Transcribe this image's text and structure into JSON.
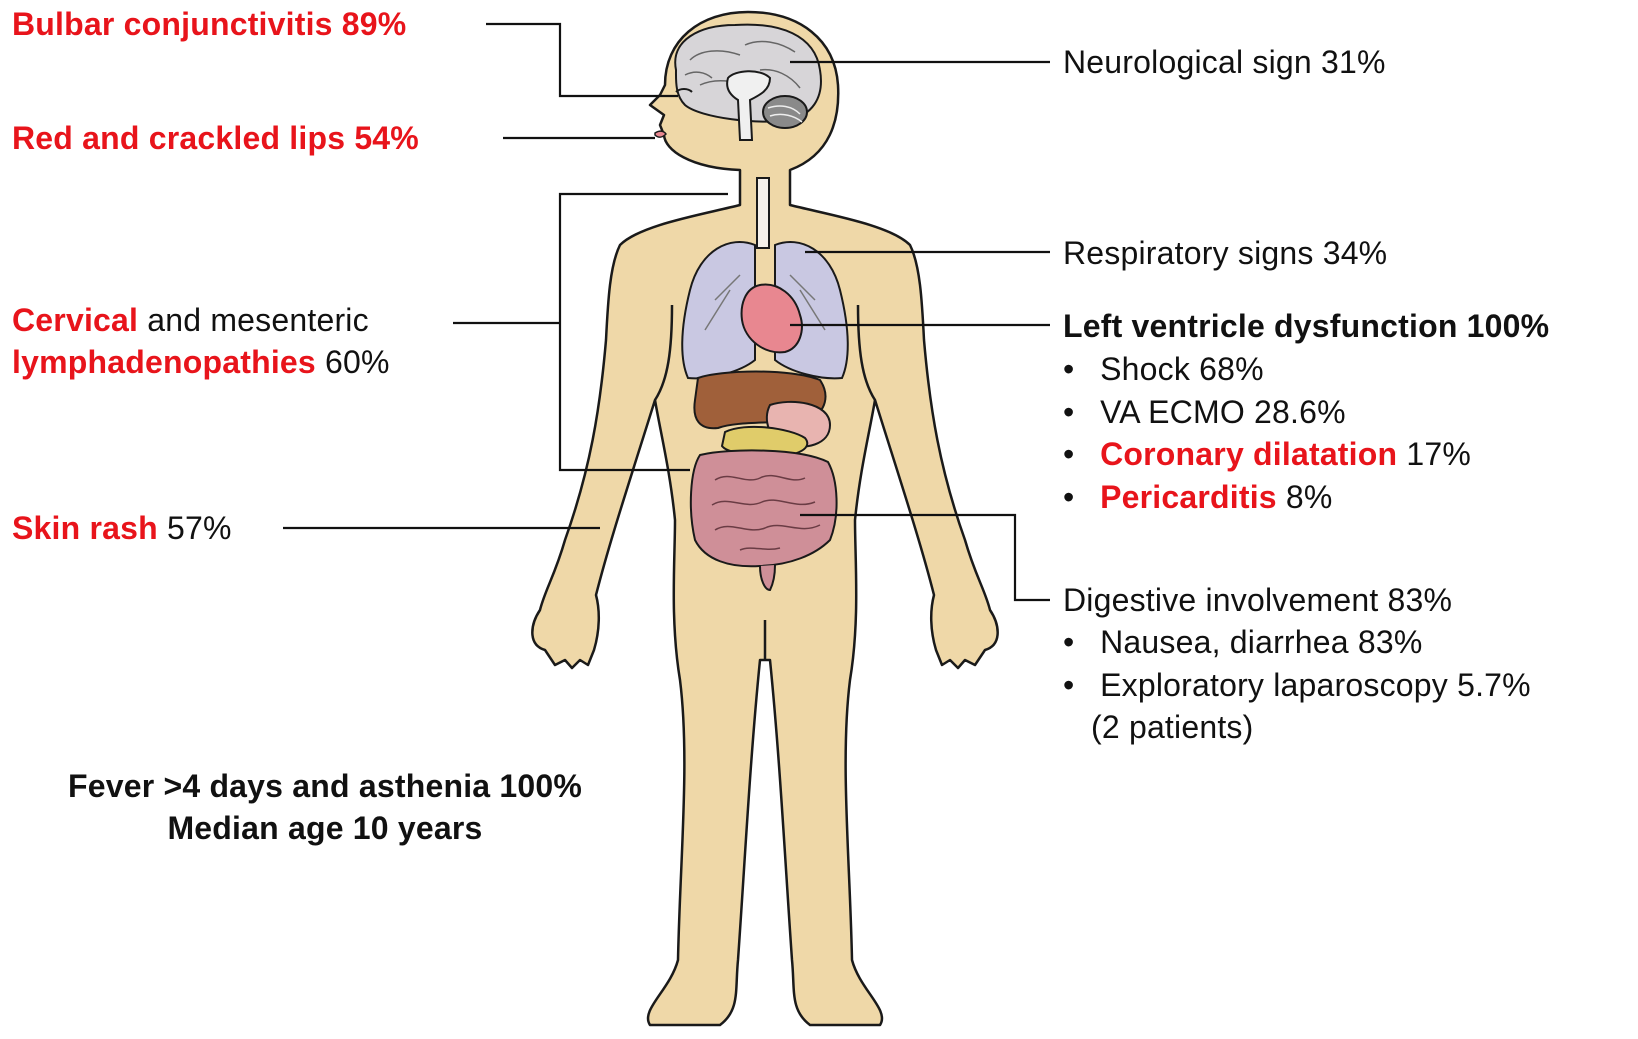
{
  "colors": {
    "highlight": "#e8141b",
    "text": "#111111",
    "skin": "#efd8a8",
    "outline": "#1a1a1a"
  },
  "labels": {
    "bulbar": {
      "name": "Bulbar conjunctivitis",
      "value": "89%"
    },
    "lips": {
      "name": "Red and crackled lips",
      "value": "54%"
    },
    "lymph": {
      "part1": "Cervical",
      "part2": "and mesenteric",
      "part3": "lymphadenopathies",
      "value": "60%"
    },
    "skin": {
      "name": "Skin rash",
      "value": "57%"
    },
    "summary": {
      "line1": "Fever >4 days and asthenia 100%",
      "line2": "Median age 10 years"
    },
    "neuro": {
      "text": "Neurological sign 31%"
    },
    "resp": {
      "text": "Respiratory signs 34%"
    },
    "lv": {
      "title": "Left ventricle dysfunction 100%",
      "items": [
        {
          "name": "Shock",
          "value": "68%"
        },
        {
          "name": "VA ECMO",
          "value": "28.6%"
        },
        {
          "name": "Coronary dilatation",
          "value": "17%"
        },
        {
          "name": "Pericarditis",
          "value": "8%"
        }
      ]
    },
    "digestive": {
      "title": "Digestive involvement 83%",
      "items": [
        {
          "name": "Nausea, diarrhea",
          "value": "83%"
        },
        {
          "name": "Exploratory laparoscopy",
          "value": "5.7%"
        }
      ],
      "note": "(2 patients)"
    }
  }
}
